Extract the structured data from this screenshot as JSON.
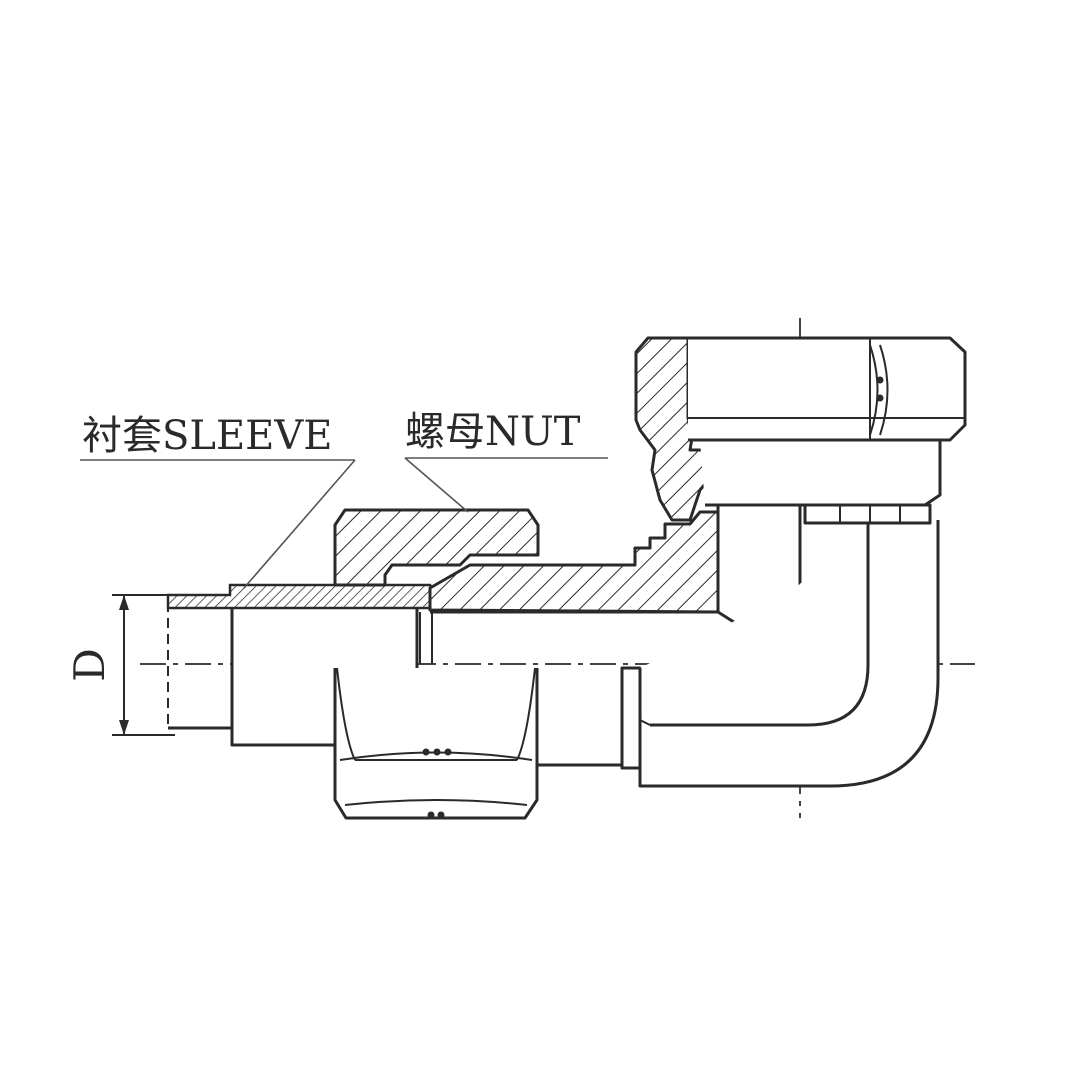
{
  "labels": {
    "sleeve": "衬套SLEEVE",
    "nut": "螺母NUT",
    "dimension": "D"
  }
}
